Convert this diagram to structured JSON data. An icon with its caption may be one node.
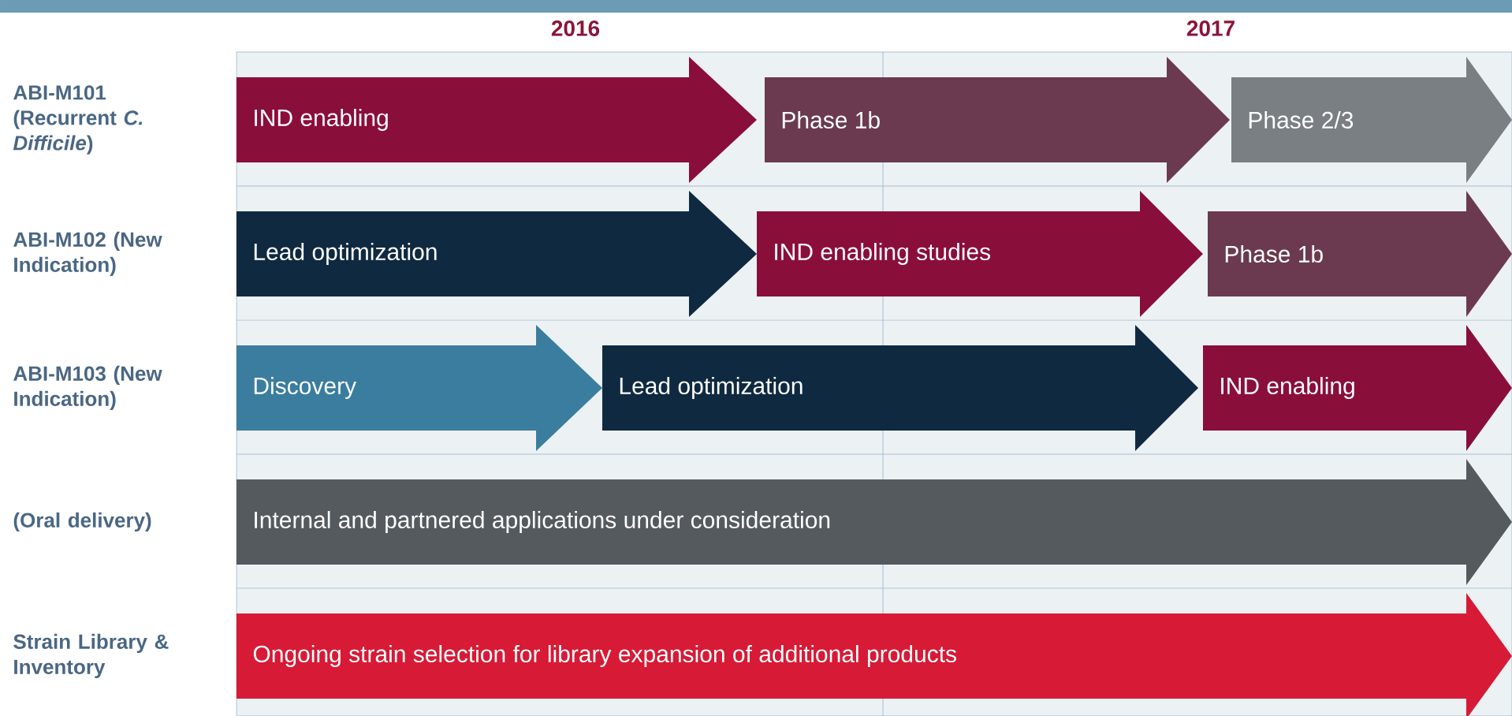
{
  "diagram": {
    "nodes": [
      {
        "text": [
          "IND enabling"
        ]
      },
      {
        "text": [
          "Phase 1b"
        ]
      },
      {
        "text": [
          "Phase 2/3"
        ]
      },
      {
        "text": [
          "Lead optimization"
        ]
      },
      {
        "text": [
          "IND enabling studies"
        ]
      },
      {
        "text": [
          "Phase 1b"
        ]
      },
      {
        "text": [
          "Discovery"
        ]
      },
      {
        "text": [
          "Lead optimization"
        ]
      },
      {
        "text": [
          "IND enabling"
        ]
      },
      {
        "text": [
          "Internal and partnered applications under consideration"
        ]
      },
      {
        "text": [
          "Ongoing strain selection for library expansion of additional products"
        ]
      }
    ],
    "labels": [
      "2016",
      "2017",
      "ABI-M101 (Recurrent *C. Difficile*)",
      "ABI-M102 (New Indication)",
      "ABI-M103 (New Indication)",
      "(Oral delivery)",
      "Strain Library & Inventory"
    ]
  }
}
